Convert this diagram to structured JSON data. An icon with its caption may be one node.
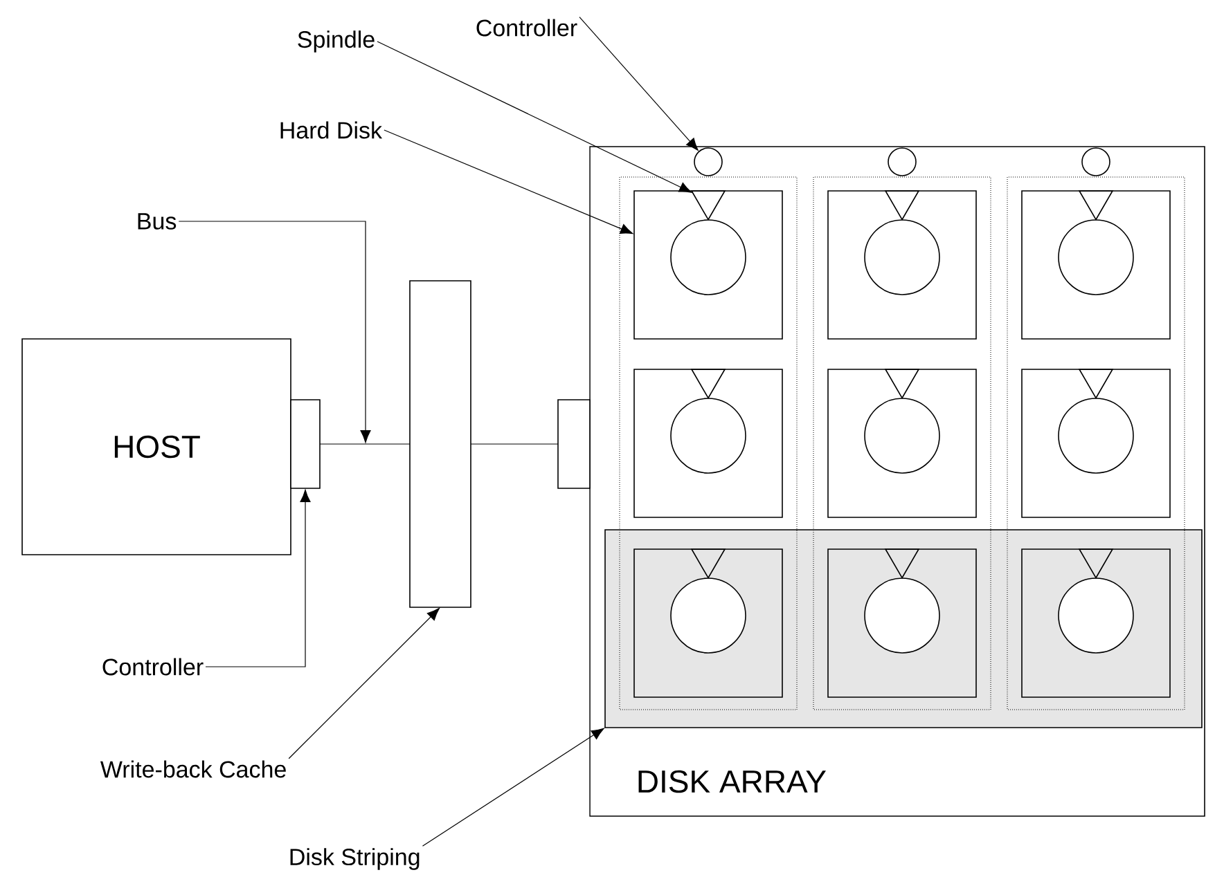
{
  "diagram": {
    "nodes": [
      {
        "text": [
          "HOST"
        ]
      },
      {
        "text": [],
        "shape": "box"
      },
      {
        "text": [],
        "shape": "box"
      },
      {
        "text": [],
        "shape": "box"
      },
      {
        "text": [
          "DISK ARRAY"
        ]
      },
      {
        "text": [],
        "shape": "box",
        "in": 4
      },
      {
        "text": [],
        "shape": "circle",
        "in": 4
      },
      {
        "text": [],
        "shape": "circle",
        "in": 4
      },
      {
        "text": [],
        "shape": "circle",
        "in": 4
      },
      {
        "text": [],
        "shape": "box",
        "in": 4
      },
      {
        "text": [],
        "shape": "box",
        "in": 4
      },
      {
        "text": [],
        "shape": "box",
        "in": 4
      },
      {
        "text": [],
        "shape": "box",
        "in": 4
      },
      {
        "text": [],
        "shape": "box",
        "in": 4
      },
      {
        "text": [],
        "shape": "box",
        "in": 4
      },
      {
        "text": [],
        "shape": "box",
        "in": 5
      },
      {
        "text": [],
        "shape": "box",
        "in": 5
      },
      {
        "text": [],
        "shape": "box",
        "in": 5
      },
      {
        "text": [],
        "shape": "triangle",
        "in": 9
      },
      {
        "text": [],
        "shape": "triangle",
        "in": 10
      },
      {
        "text": [],
        "shape": "triangle",
        "in": 11
      },
      {
        "text": [],
        "shape": "triangle",
        "in": 12
      },
      {
        "text": [],
        "shape": "triangle",
        "in": 13
      },
      {
        "text": [],
        "shape": "triangle",
        "in": 14
      },
      {
        "text": [],
        "shape": "triangle",
        "in": 15
      },
      {
        "text": [],
        "shape": "triangle",
        "in": 16
      },
      {
        "text": [],
        "shape": "triangle",
        "in": 17
      },
      {
        "text": [
          "Controller"
        ]
      },
      {
        "text": [
          "Spindle"
        ]
      },
      {
        "text": [
          "Hard Disk"
        ]
      },
      {
        "text": [
          "Bus"
        ]
      },
      {
        "text": [
          "Controller"
        ]
      },
      {
        "text": [
          "Write-back Cache"
        ]
      },
      {
        "text": [
          "Disk Striping"
        ]
      }
    ],
    "edges": [
      {
        "from": 1,
        "to": 2,
        "arrow": "none"
      },
      {
        "from": 2,
        "to": 3,
        "arrow": "none"
      },
      {
        "from": 27,
        "to": 6,
        "arrow": "to"
      },
      {
        "from": 28,
        "to": 18,
        "arrow": "to"
      },
      {
        "from": 29,
        "to": 9,
        "arrow": "to"
      },
      {
        "from": 30,
        "to": null,
        "arrow": "to"
      },
      {
        "from": 31,
        "to": 1,
        "arrow": "to"
      },
      {
        "from": 32,
        "to": 2,
        "arrow": "to"
      },
      {
        "from": 33,
        "to": 5,
        "arrow": "to"
      }
    ]
  }
}
